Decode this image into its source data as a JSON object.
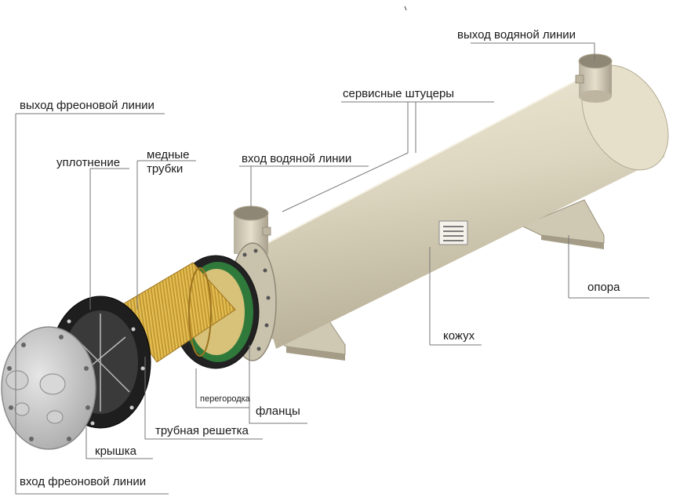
{
  "labels": {
    "water_outlet": "выход водяной линии",
    "service_fittings": "сервисные штуцеры",
    "freon_outlet": "выход фреоновой линии",
    "copper_tubes_line1": "медные",
    "copper_tubes_line2": "трубки",
    "seal": "уплотнение",
    "water_inlet": "вход водяной линии",
    "support": "опора",
    "shell": "кожух",
    "baffle": "перегородка",
    "flanges": "фланцы",
    "tube_sheet": "трубная решетка",
    "cover": "крышка",
    "freon_inlet": "вход фреоновой линии"
  },
  "colors": {
    "shell": "#ddd6c0",
    "flange_dark": "#2a2a2a",
    "gasket_green": "#2f7a3a",
    "tubes": "#e0b84a",
    "cover_metal": "#c9c9c9",
    "leader": "#777777"
  }
}
